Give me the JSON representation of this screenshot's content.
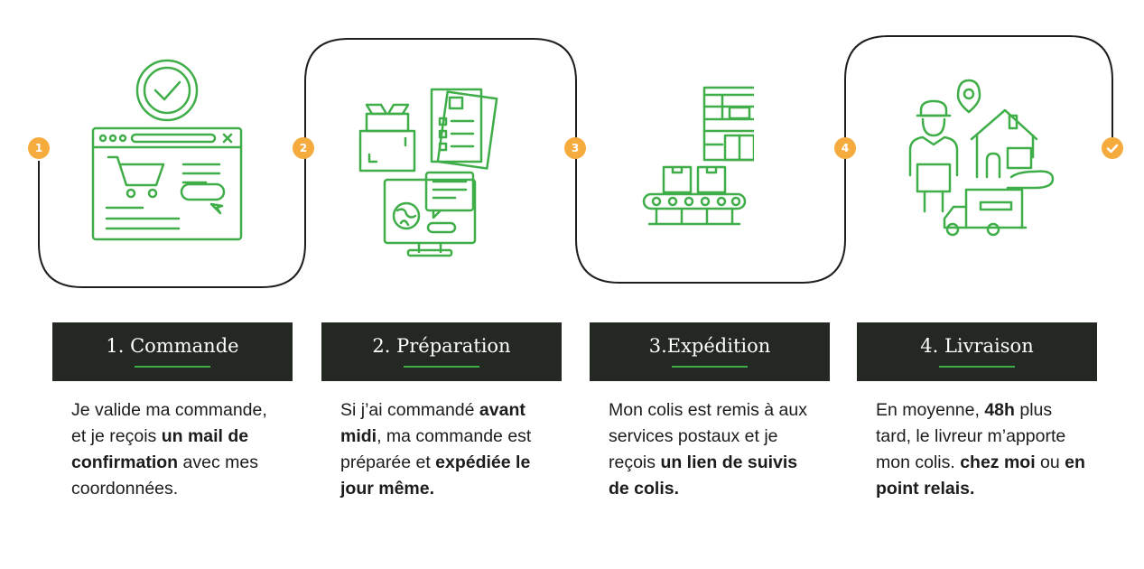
{
  "steps": [
    {
      "number": "1",
      "title": "1. Commande",
      "icon": "browser-cart-checkmark-icon",
      "description": [
        {
          "text": "Je valide ma commande, et je reçois ",
          "bold": false
        },
        {
          "text": "un mail de confirmation",
          "bold": true
        },
        {
          "text": " avec mes coordonnées.",
          "bold": false
        }
      ]
    },
    {
      "number": "2",
      "title": "2. Préparation",
      "icon": "package-documents-monitor-icon",
      "description": [
        {
          "text": "Si j’ai commandé ",
          "bold": false
        },
        {
          "text": "avant midi",
          "bold": true
        },
        {
          "text": ", ma commande est préparée et ",
          "bold": false
        },
        {
          "text": "expédiée le jour même.",
          "bold": true
        }
      ]
    },
    {
      "number": "3",
      "title": "3.Expédition",
      "icon": "warehouse-conveyor-icon",
      "description": [
        {
          "text": "Mon colis est remis à aux services postaux et je reçois ",
          "bold": false
        },
        {
          "text": "un lien de suivis de colis.",
          "bold": true
        }
      ]
    },
    {
      "number": "4",
      "title": "4. Livraison",
      "icon": "delivery-man-house-truck-icon",
      "description": [
        {
          "text": "En moyenne, ",
          "bold": false
        },
        {
          "text": "48h",
          "bold": true
        },
        {
          "text": " plus tard, le livreur m’apporte mon colis. ",
          "bold": false
        },
        {
          "text": "chez moi",
          "bold": true
        },
        {
          "text": " ou ",
          "bold": false
        },
        {
          "text": "en point relais.",
          "bold": true
        }
      ]
    }
  ],
  "final_badge_icon": "checkmark-icon",
  "colors": {
    "accent_green": "#3fae49",
    "badge_orange": "#f6ab3f",
    "header_bg": "#232822",
    "flow_line": "#1e1e1e"
  }
}
